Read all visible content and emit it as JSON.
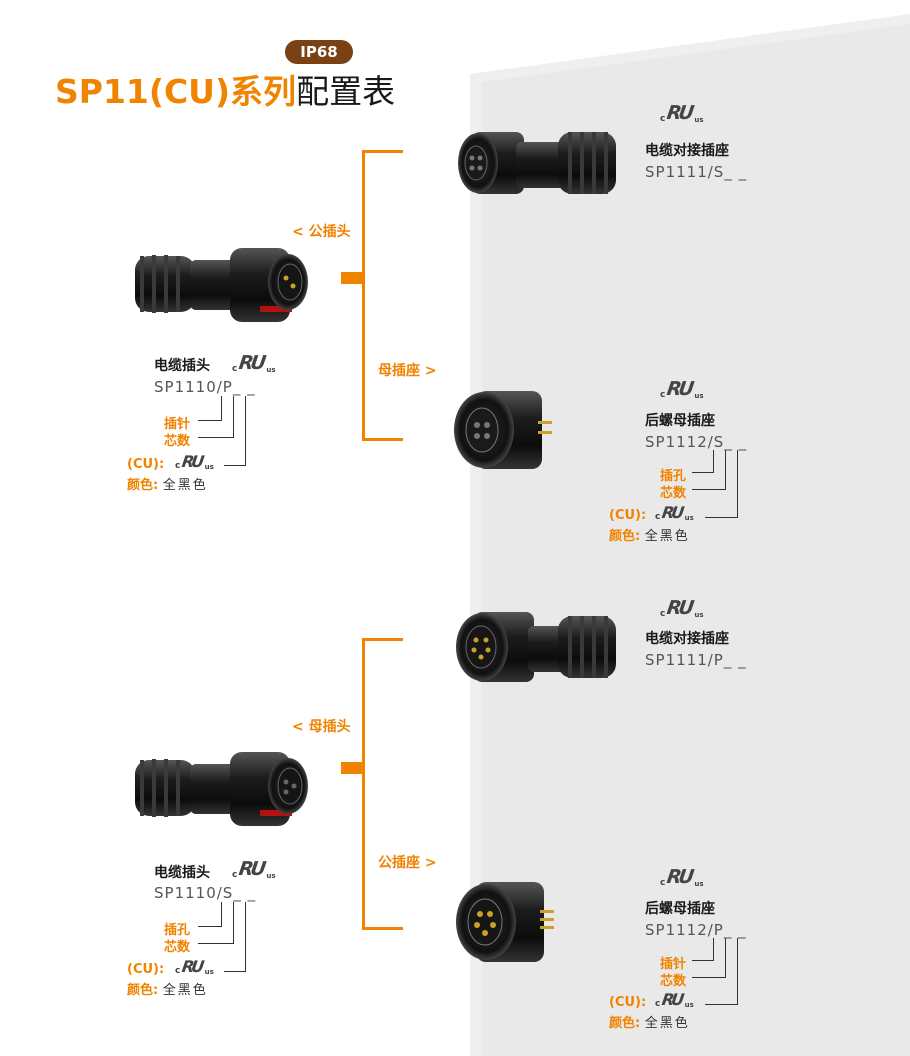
{
  "header": {
    "series": "SP11(CU)系列",
    "suffix": "配置表",
    "badge": "IP68"
  },
  "cert_mark": {
    "left": "c",
    "mark": "RU",
    "right": "us"
  },
  "groups": [
    {
      "source": {
        "name": "电缆插头",
        "code": "SP1110/P_ _",
        "callouts": [
          {
            "key": "插针",
            "value": ""
          },
          {
            "key": "芯数",
            "value": ""
          },
          {
            "key": "(CU):",
            "value": ""
          },
          {
            "key": "颜色:",
            "value": "全黑色"
          }
        ]
      },
      "branch_top": "< 公插头",
      "branch_bottom": "母插座 >",
      "targets": [
        {
          "name": "电缆对接插座",
          "code": "SP1111/S_ _"
        },
        {
          "name": "后螺母插座",
          "code": "SP1112/S_ _",
          "callouts": [
            {
              "key": "插孔",
              "value": ""
            },
            {
              "key": "芯数",
              "value": ""
            },
            {
              "key": "(CU):",
              "value": ""
            },
            {
              "key": "颜色:",
              "value": "全黑色"
            }
          ]
        }
      ]
    },
    {
      "source": {
        "name": "电缆插头",
        "code": "SP1110/S_ _",
        "callouts": [
          {
            "key": "插孔",
            "value": ""
          },
          {
            "key": "芯数",
            "value": ""
          },
          {
            "key": "(CU):",
            "value": ""
          },
          {
            "key": "颜色:",
            "value": "全黑色"
          }
        ]
      },
      "branch_top": "< 母插头",
      "branch_bottom": "公插座 >",
      "targets": [
        {
          "name": "电缆对接插座",
          "code": "SP1111/P_ _"
        },
        {
          "name": "后螺母插座",
          "code": "SP1112/P_ _",
          "callouts": [
            {
              "key": "插针",
              "value": ""
            },
            {
              "key": "芯数",
              "value": ""
            },
            {
              "key": "(CU):",
              "value": ""
            },
            {
              "key": "颜色:",
              "value": "全黑色"
            }
          ]
        }
      ]
    }
  ],
  "colors": {
    "accent": "#f08300",
    "badge": "#7a4114",
    "panel": "#efefef",
    "text": "#1a1a1a"
  }
}
